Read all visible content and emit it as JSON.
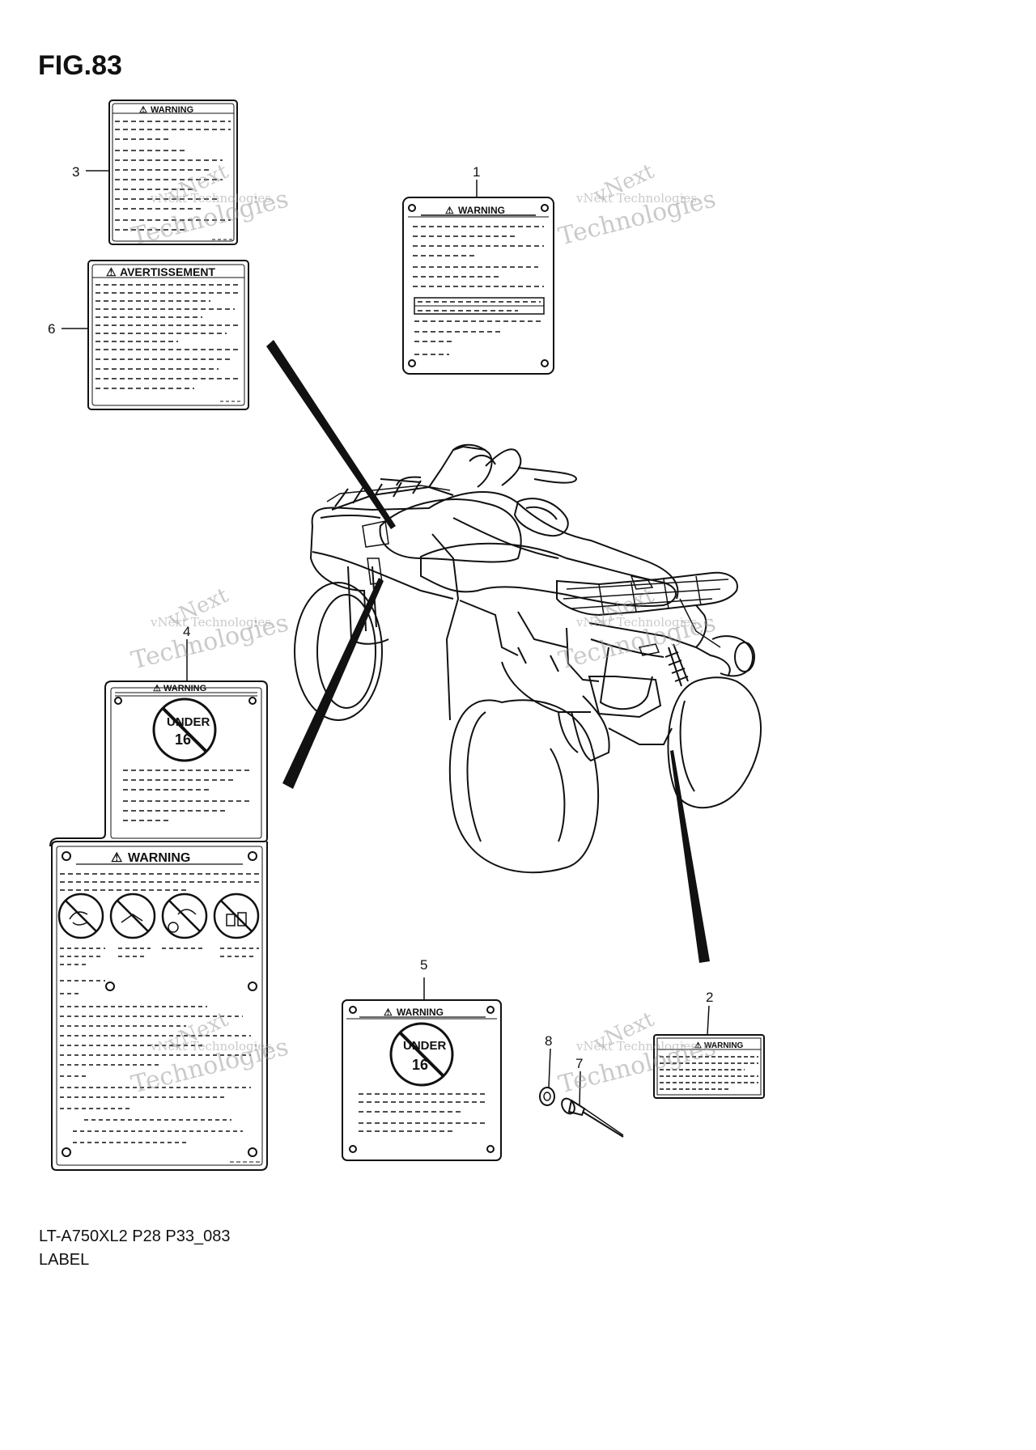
{
  "figure": {
    "title": "FIG.83"
  },
  "caption": {
    "model_code": "LT-A750XL2 P28 P33_083",
    "part_group": "LABEL"
  },
  "callouts": [
    "1",
    "2",
    "3",
    "4",
    "5",
    "6",
    "7",
    "8"
  ],
  "label_headings": {
    "warning": "WARNING",
    "avertissement": "AVERTISSEMENT",
    "under": "UNDER",
    "age": "16"
  },
  "watermark": {
    "line1": "vNext Technologies",
    "line2": "Technologies",
    "line3": "vNext"
  },
  "icons": [
    "warning-triangle-icon",
    "prohibition-icon",
    "atv-outline-drawing",
    "rivet-icon",
    "washer-icon"
  ]
}
